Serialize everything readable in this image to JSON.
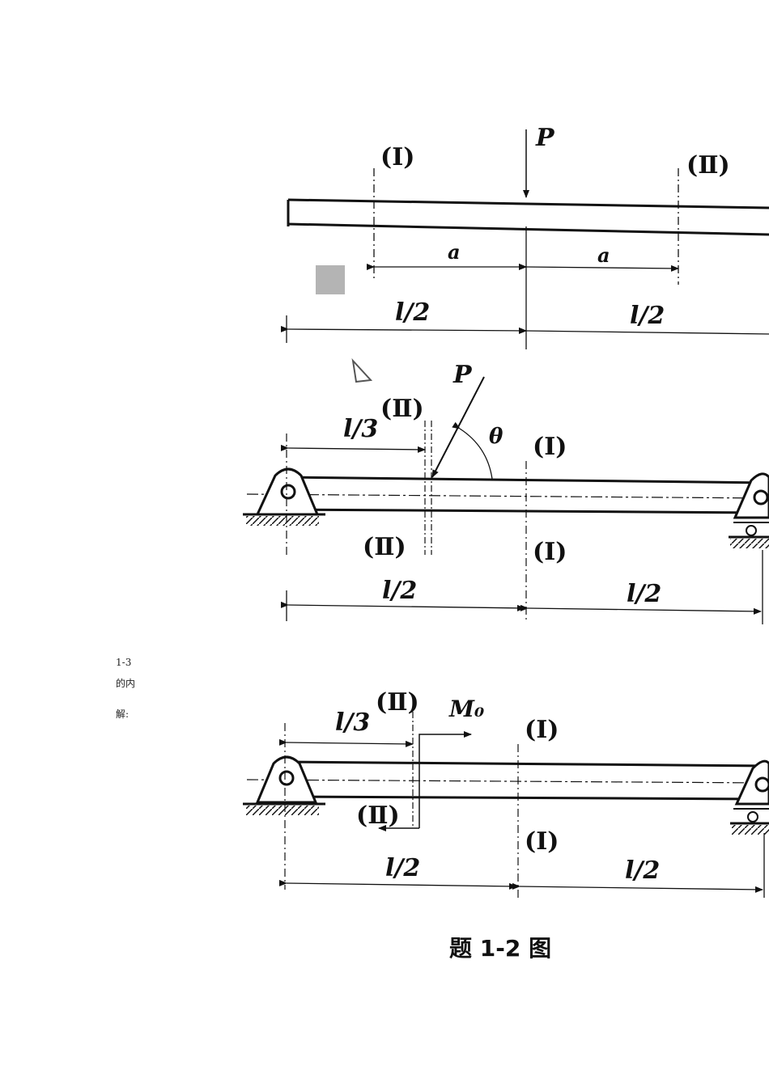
{
  "diagram1": {
    "load": "P",
    "section_left": "(Ⅰ)",
    "section_right": "(Ⅱ)",
    "dim_a_left": "a",
    "dim_a_right": "a",
    "dim_half_left": "l/2",
    "dim_half_right": "l/2"
  },
  "diagram2": {
    "load": "P",
    "angle": "θ",
    "dim_third": "l/3",
    "section_ii_top": "(Ⅱ)",
    "section_ii_bottom": "(Ⅱ)",
    "section_i_top": "(Ⅰ)",
    "section_i_bottom": "(Ⅰ)",
    "dim_half_left": "l/2",
    "dim_half_right": "l/2"
  },
  "diagram3": {
    "moment": "M₀",
    "dim_third": "l/3",
    "section_ii_top": "(Ⅱ)",
    "section_ii_bottom": "(Ⅱ)",
    "section_i_top": "(Ⅰ)",
    "section_i_bottom": "(Ⅰ)",
    "dim_half_left": "l/2",
    "dim_half_right": "l/2"
  },
  "side_text": {
    "line1": "1-3",
    "line2": "的内",
    "line3": "解:"
  },
  "caption": "题 1-2 图"
}
